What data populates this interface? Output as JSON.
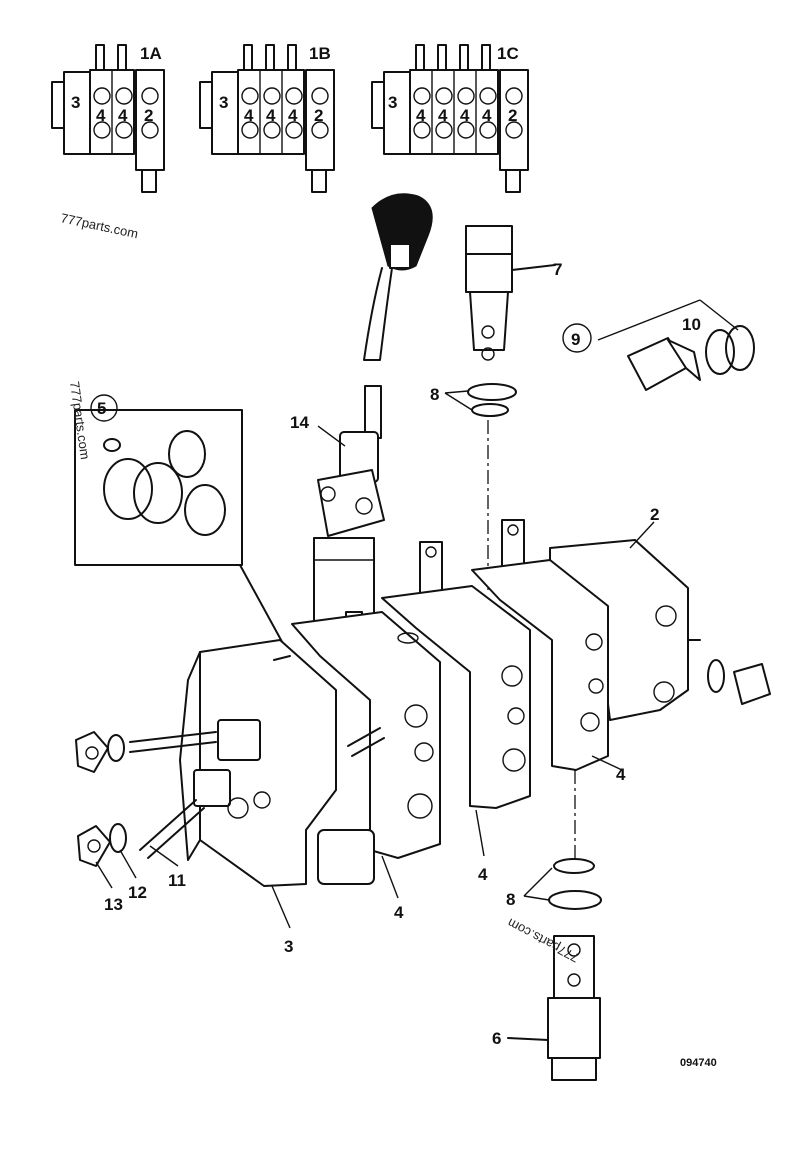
{
  "variants": [
    {
      "label": "1A",
      "sections": [
        "3",
        "4",
        "4",
        "2"
      ]
    },
    {
      "label": "1B",
      "sections": [
        "3",
        "4",
        "4",
        "4",
        "2"
      ]
    },
    {
      "label": "1C",
      "sections": [
        "3",
        "4",
        "4",
        "4",
        "4",
        "2"
      ]
    }
  ],
  "callouts": {
    "c2": "2",
    "c3": "3",
    "c4a": "4",
    "c4b": "4",
    "c4c": "4",
    "c5": "5",
    "c6": "6",
    "c7": "7",
    "c8a": "8",
    "c8b": "8",
    "c9": "9",
    "c10": "10",
    "c11": "11",
    "c12": "12",
    "c13": "13",
    "c14": "14"
  },
  "drawing_number": "094740",
  "watermarks": [
    "777parts.com",
    "777parts.com",
    "777parts.com"
  ]
}
